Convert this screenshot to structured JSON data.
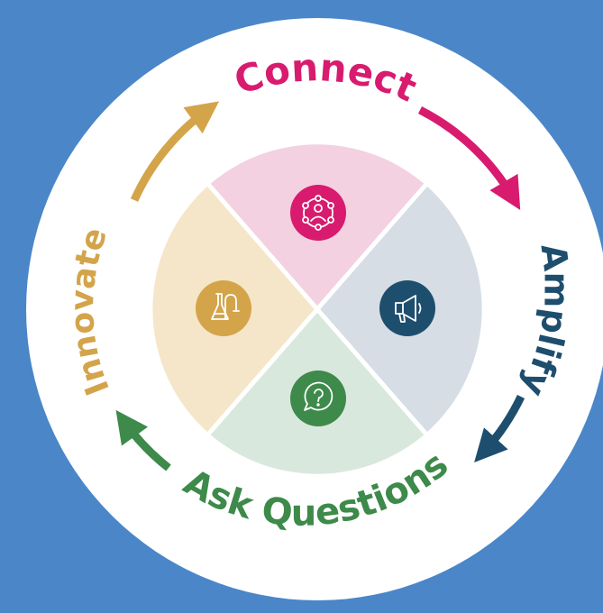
{
  "background_color": "#4a86c8",
  "circle_color": "#ffffff",
  "stages": [
    {
      "key": "connect",
      "label": "Connect",
      "color": "#d81b6e",
      "quadrant_color": "#f3d1e0",
      "icon": "network-people-icon"
    },
    {
      "key": "amplify",
      "label": "Amplify",
      "color": "#1e4e6e",
      "quadrant_color": "#d6dde5",
      "icon": "megaphone-icon"
    },
    {
      "key": "ask",
      "label": "Ask Questions",
      "color": "#3d8a4a",
      "quadrant_color": "#d9e8dc",
      "icon": "question-bubble-icon"
    },
    {
      "key": "innovate",
      "label": "Innovate",
      "color": "#d3a44a",
      "quadrant_color": "#f5e6c9",
      "icon": "lab-flask-icon"
    }
  ]
}
